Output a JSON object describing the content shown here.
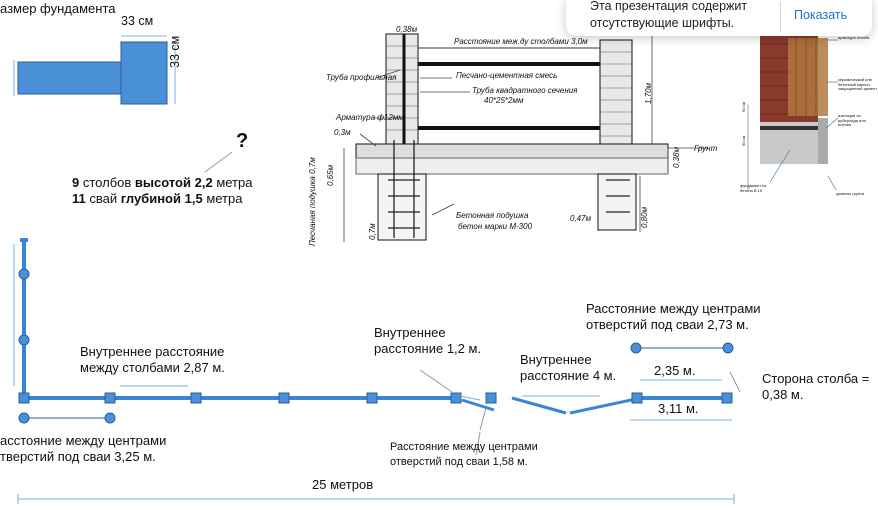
{
  "labels": {
    "foundation_size": "азмер фундамента",
    "width_33": "33 см",
    "height_33": "33 см",
    "question": "?",
    "pillars_line1": {
      "num": "9",
      "w1": "столбов",
      "w2": "высотой",
      "val": "2,2",
      "unit": "метра"
    },
    "piles_line2": {
      "num": "11",
      "w1": "свай",
      "w2": "глубиной",
      "val": "1,5",
      "unit": "метра"
    },
    "inner_dist_pillars_1": "Внутреннее  расстояние",
    "inner_dist_pillars_2": "между столбами  2,87 м.",
    "pile_centers_325_1": "асстояние  между центрами",
    "pile_centers_325_2": "тверстий под сваи 3,25 м.",
    "inner_12_1": "Внутреннее",
    "inner_12_2": "расстояние  1,2 м.",
    "inner_4_1": "Внутреннее",
    "inner_4_2": "расстояние  4 м.",
    "pile_centers_273_1": "Расстояние  между центрами",
    "pile_centers_273_2": "отверстий под сваи 2,73 м.",
    "dim_235": "2,35 м.",
    "dim_311": "3,11 м.",
    "side_1": "Сторона столба =",
    "side_2": "0,38 м.",
    "pile_centers_158_1": "Расстояние  между центрами",
    "pile_centers_158_2": "отверстий под сваи        1,58 м.",
    "total_len": "25 метров"
  },
  "drawing": {
    "d038": "0,38м",
    "between": "Расстояние меж.ду столбами 3,0м",
    "pipe_prof": "Труба профильная",
    "sand_mix": "Песчано-цементная смесь",
    "pipe_sq_1": "Труба квадратного сечения",
    "pipe_sq_2": "40*25*2мм",
    "h170": "1,70м",
    "rebar": "Арматура ф12мм",
    "d03": "0,3м",
    "ground": "Грунт",
    "d038b": "0,38м",
    "d065": "0,65м",
    "sand_pad_07": "Песчаная подушка 0,7м",
    "concrete_1": "Бетонная подушка",
    "concrete_2": "бетон марки М-300",
    "d047": "0,47м",
    "d080": "0,80м",
    "d07": "0,7м"
  },
  "photo": {
    "c1": "арматура столба",
    "c2": "керамический или бетонный кирпич, защищенный цемент",
    "c3": "изоляция из рубероида или пленки",
    "c4": "фундамент из бетона В 15",
    "c5": "уровень грунта",
    "c6": "60 см",
    "c7": "90 см"
  },
  "notification": {
    "message": "Эта презентация содержит отсутствующие шрифты.",
    "button": "Показать"
  },
  "colors": {
    "accent": "#3a86d4",
    "stroke": "#2a5f9a",
    "pile": "#4a90d9"
  }
}
